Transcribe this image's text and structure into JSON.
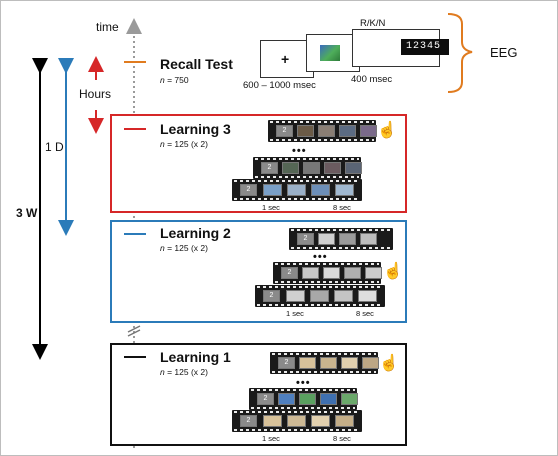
{
  "timeline": {
    "time_label": "time",
    "hours_label": "Hours",
    "one_day_label": "1 D",
    "three_weeks_label": "3 W"
  },
  "recall": {
    "title": "Recall Test",
    "n_label": "n",
    "n_value": "= 750",
    "fixation_symbol": "+",
    "duration_fixation": "600 – 1000 msec",
    "duration_image": "400 msec",
    "response_label": "R/K/N",
    "response_keys": "12345",
    "eeg_label": "EEG"
  },
  "phases": [
    {
      "title": "Learning 3",
      "n_label": "n",
      "n_value": "= 125 (x 2)",
      "time_short": "1 sec",
      "time_long": "8 sec",
      "color": "#d62728"
    },
    {
      "title": "Learning 2",
      "n_label": "n",
      "n_value": "= 125 (x 2)",
      "time_short": "1 sec",
      "time_long": "8 sec",
      "color": "#2b7bb9"
    },
    {
      "title": "Learning 1",
      "n_label": "n",
      "n_value": "= 125 (x 2)",
      "time_short": "1 sec",
      "time_long": "8 sec",
      "color": "#111111"
    }
  ],
  "film": {
    "frame_number": "2",
    "ellipsis": "•••"
  },
  "colors": {
    "recall_tick": "#e07b1f",
    "hours_arrow": "#d62728",
    "day_arrow": "#2b7bb9",
    "weeks_arrow": "#000000",
    "eeg_brace": "#e07b1f",
    "time_axis": "#9a9a9a"
  }
}
